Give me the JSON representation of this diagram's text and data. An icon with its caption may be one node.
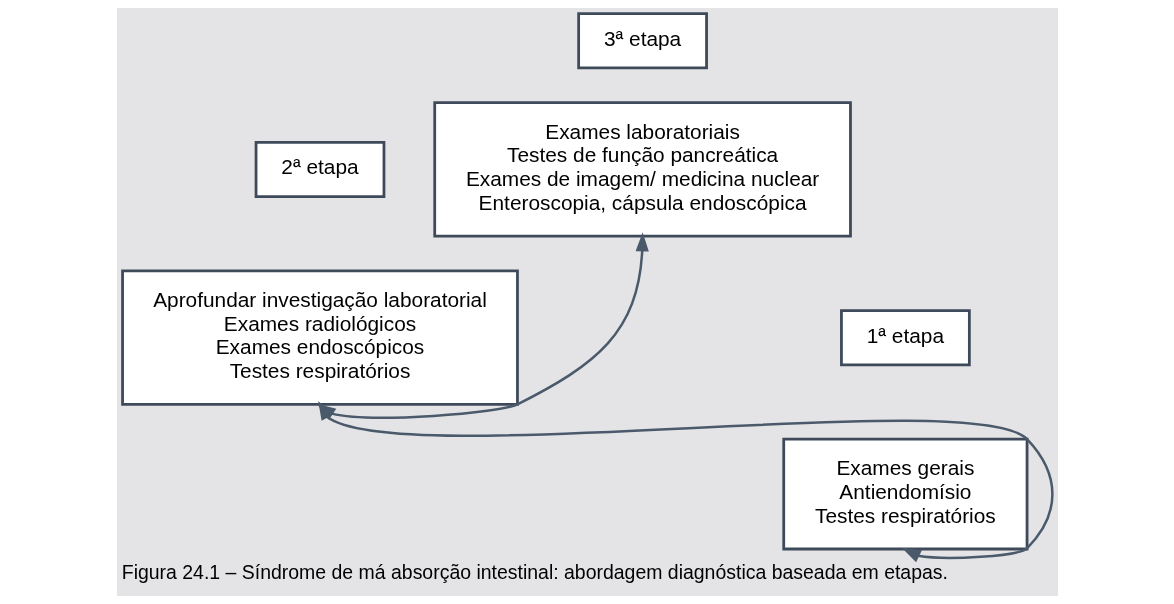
{
  "diagram": {
    "caption": "Figura 24.1 – Síndrome de má absorção intestinal: abordagem diagnóstica baseada em etapas.",
    "nodes": [
      {
        "text": [
          "1ª etapa"
        ]
      },
      {
        "text": [
          "Exames gerais",
          "Antiendomísio",
          "Testes respiratórios"
        ]
      },
      {
        "text": [
          "2ª etapa"
        ]
      },
      {
        "text": [
          "Aprofundar investigação laboratorial",
          "Exames radiológicos",
          "Exames endoscópicos",
          "Testes respiratórios"
        ]
      },
      {
        "text": [
          "3ª etapa"
        ]
      },
      {
        "text": [
          "Exames laboratoriais",
          "Testes de função pancreática",
          "Exames de imagem/ medicina nuclear",
          "Enteroscopia, cápsula endoscópica"
        ]
      }
    ],
    "edges": [
      {
        "from": 1,
        "to": 3,
        "arrow": "both"
      },
      {
        "from": 3,
        "to": 5,
        "arrow": "both"
      }
    ]
  }
}
